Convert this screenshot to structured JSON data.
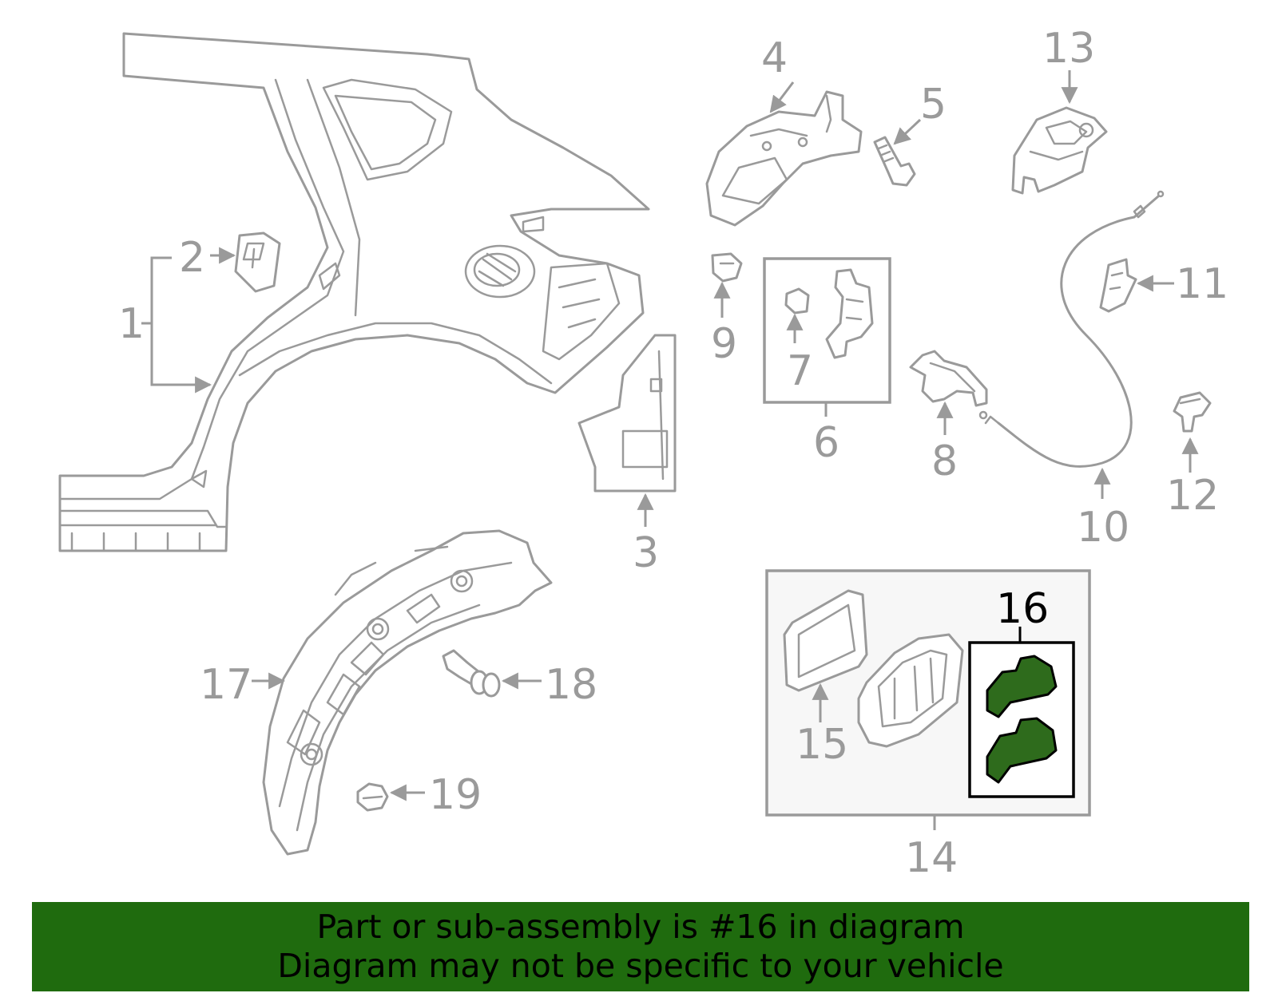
{
  "callouts": [
    "1",
    "2",
    "3",
    "4",
    "5",
    "6",
    "7",
    "8",
    "9",
    "10",
    "11",
    "12",
    "13",
    "14",
    "15",
    "16",
    "17",
    "18",
    "19"
  ],
  "highlighted_part": "16",
  "colors": {
    "line_art": "#9a9a9a",
    "highlight_fill": "#2e6b1c",
    "banner_bg": "#1f6b0e",
    "highlight_outline": "#000000"
  },
  "banner": {
    "line1": "Part or sub-assembly is #16 in diagram",
    "line2": "Diagram may not be specific to your vehicle"
  }
}
